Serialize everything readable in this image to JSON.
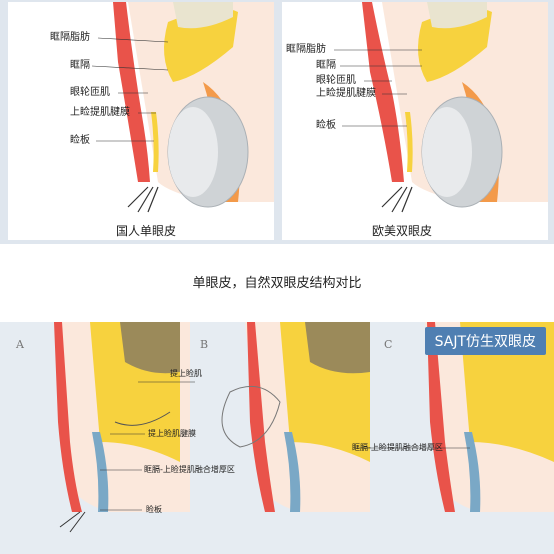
{
  "top": {
    "left": {
      "labels": [
        "眶隔脂肪",
        "眶隔",
        "眼轮匝肌",
        "上睑提肌腱膜",
        "睑板"
      ],
      "caption": "国人单眼皮"
    },
    "right": {
      "labels": [
        "眶隔脂肪",
        "眶隔",
        "眼轮匝肌",
        "上睑提肌腱膜",
        "睑板"
      ],
      "caption": "欧美双眼皮"
    }
  },
  "middle": {
    "caption": "单眼皮，自然双眼皮结构对比"
  },
  "bottom": {
    "badge": "SAJT仿生双眼皮",
    "letters": [
      "A",
      "B",
      "C"
    ],
    "labels": {
      "levator": "提上睑肌",
      "levator_aponeurosis": "提上睑肌腱膜",
      "fusion_a": "眶膈-上睑提肌融合增厚区",
      "tarsus": "睑板",
      "fusion_c": "眶膈-上睑提肌融合增厚区"
    }
  },
  "colors": {
    "top_bg": "#dfe6ee",
    "bottom_bg": "#e6ecf2",
    "badge_bg": "#4f7fb2",
    "muscle_red": "#e9534a",
    "fat_yellow": "#f7d23e",
    "skin": "#f6d6c2",
    "eye_gray": "#cfd3d6"
  }
}
